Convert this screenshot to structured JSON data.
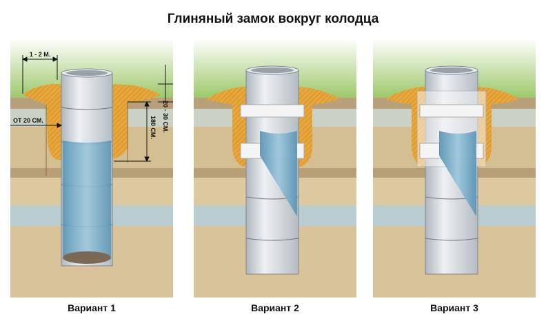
{
  "title": "Глиняный замок вокруг колодца",
  "variants": [
    {
      "caption": "Вариант 1"
    },
    {
      "caption": "Вариант 2"
    },
    {
      "caption": "Вариант 3"
    }
  ],
  "dimensions": {
    "lock_width": "1 - 2 М.",
    "lock_thickness": "20 - 30 СМ.",
    "wall_gap": "ОТ 20 СМ.",
    "lock_depth": "180 СМ."
  },
  "colors": {
    "grass": "#a8cf78",
    "soil": "#d8c49a",
    "clay": "#e8a73c",
    "water": "#6fa6c4",
    "ring": "#d8dde2",
    "seal": "#f4f4f4"
  }
}
